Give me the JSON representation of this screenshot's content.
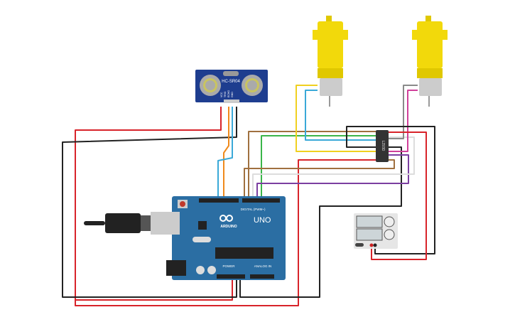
{
  "sensor": {
    "label": "HC-SR04",
    "pins": [
      "VCC",
      "TRIG",
      "ECHO",
      "GND"
    ]
  },
  "arduino": {
    "brand": "ARDUINO",
    "model": "UNO",
    "digital_label": "DIGITAL (PWM~)",
    "power_label": "POWER",
    "analog_label": "ANALOG IN"
  },
  "driver": {
    "label": "L293D"
  },
  "colors": {
    "board": "#2b6ea3",
    "motor": "#f2d90b",
    "wire_red": "#d8232a",
    "wire_black": "#222222",
    "wire_orange": "#f08a1c",
    "wire_blue": "#3aa9d8",
    "wire_brown": "#a0703f",
    "wire_green": "#3bb54a",
    "wire_purple": "#7b3fa0",
    "wire_yellow": "#f0d020",
    "wire_pink": "#d0409a",
    "wire_gray": "#8a8a8a"
  }
}
